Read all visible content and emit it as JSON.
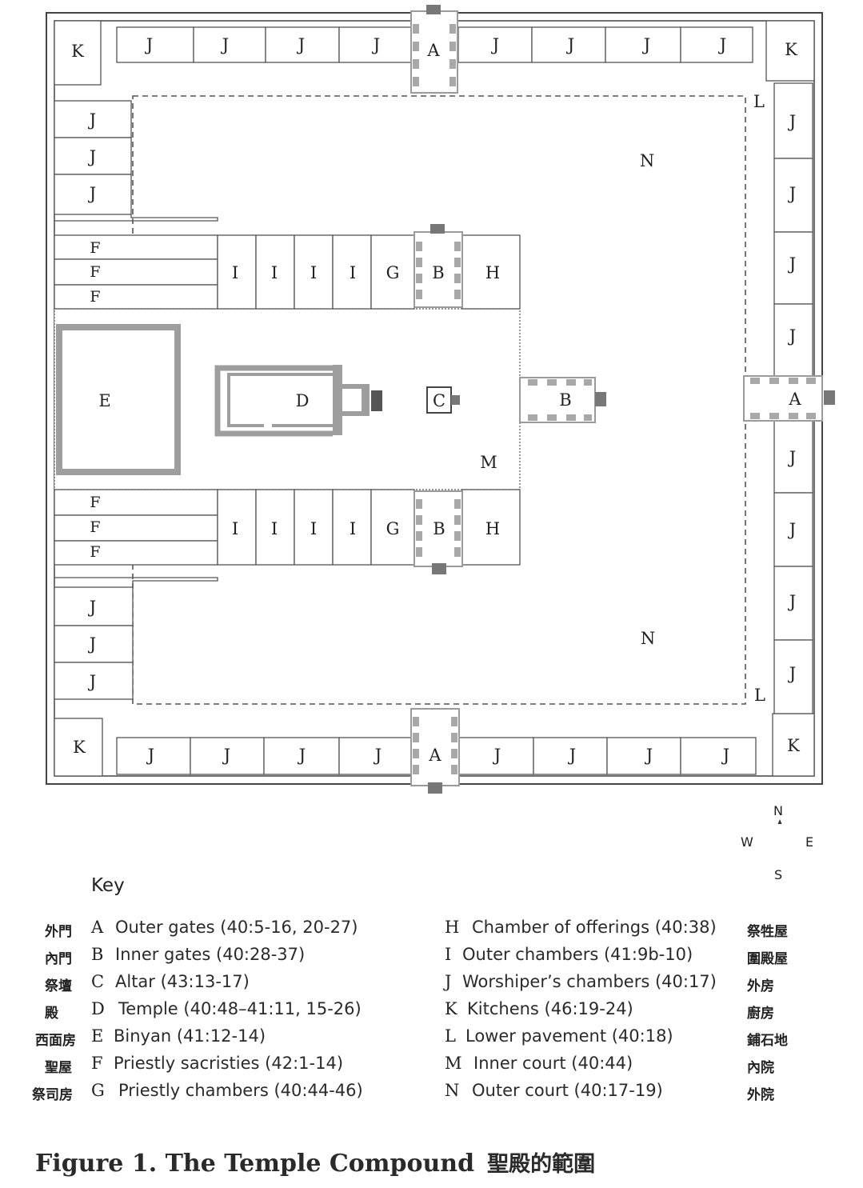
{
  "plan": {
    "labels": {
      "A": "A",
      "B": "B",
      "C": "C",
      "D": "D",
      "E": "E",
      "F": "F",
      "G": "G",
      "H": "H",
      "I": "I",
      "J": "J",
      "K": "K",
      "L": "L",
      "M": "M",
      "N": "N"
    }
  },
  "compass": {
    "n": "N",
    "s": "S",
    "e": "E",
    "w": "W"
  },
  "key": {
    "title": "Key",
    "left": [
      {
        "cn": "外門",
        "letter": "A",
        "text": "Outer gates (40:5-16, 20-27)"
      },
      {
        "cn": "內門",
        "letter": "B",
        "text": "Inner gates (40:28-37)"
      },
      {
        "cn": "祭壇",
        "letter": "C",
        "text": "Altar (43:13-17)"
      },
      {
        "cn": "殿",
        "letter": "D",
        "text": "Temple (40:48–41:11, 15-26)"
      },
      {
        "cn": "西面房",
        "letter": "E",
        "text": "Binyan (41:12-14)"
      },
      {
        "cn": "聖屋",
        "letter": "F",
        "text": "Priestly sacristies (42:1-14)"
      },
      {
        "cn": "祭司房",
        "letter": "G",
        "text": "Priestly chambers (40:44-46)"
      }
    ],
    "right": [
      {
        "letter": "H",
        "text": "Chamber of offerings (40:38)",
        "cn": "祭牲屋"
      },
      {
        "letter": "I",
        "text": "Outer chambers (41:9b-10)",
        "cn": "圍殿屋"
      },
      {
        "letter": "J",
        "text": "Worshiper’s chambers (40:17)",
        "cn": "外房"
      },
      {
        "letter": "K",
        "text": "Kitchens (46:19-24)",
        "cn": "廚房"
      },
      {
        "letter": "L",
        "text": "Lower pavement (40:18)",
        "cn": "鋪石地"
      },
      {
        "letter": "M",
        "text": "Inner court (40:44)",
        "cn": "內院"
      },
      {
        "letter": "N",
        "text": "Outer court (40:17-19)",
        "cn": "外院"
      }
    ]
  },
  "caption": {
    "en": "Figure 1. The Temple Compound",
    "cn": "聖殿的範圍"
  }
}
